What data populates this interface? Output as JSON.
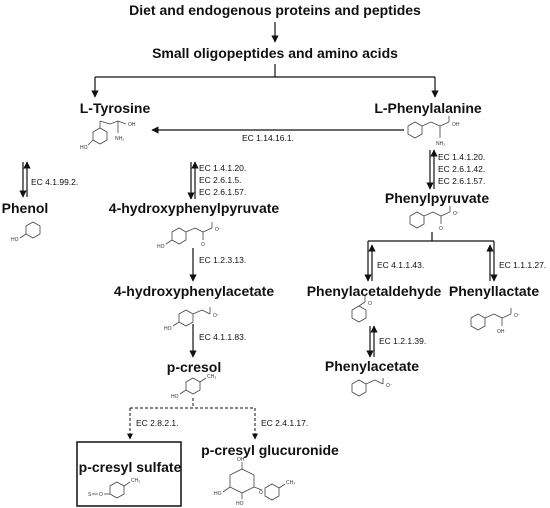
{
  "nodes": {
    "diet": "Diet and endogenous proteins and peptides",
    "small": "Small oligopeptides and amino acids",
    "tyrosine": "L-Tyrosine",
    "phenylalanine": "L-Phenylalanine",
    "phenol": "Phenol",
    "hppyruvate": "4-hydroxyphenylpyruvate",
    "phenylpyruvate": "Phenylpyruvate",
    "hpacetate": "4-hydroxyphenylacetate",
    "pcresol": "p-cresol",
    "phenylacetaldehyde": "Phenylacetaldehyde",
    "phenyllactate": "Phenyllactate",
    "phenylacetate": "Phenylacetate",
    "pcs": "p-cresyl sulfate",
    "pcg": "p-cresyl glucuronide"
  },
  "enzymes": {
    "phe_to_tyr": "EC 1.14.16.1.",
    "tyr_phenol": "EC 4.1.99.2.",
    "tyr_hpp": [
      "EC 1.4.1.20.",
      "EC 2.6.1.5.",
      "EC 2.6.1.57."
    ],
    "phe_pp": [
      "EC 1.4.1.20.",
      "EC 2.6.1.42.",
      "EC 2.6.1.57."
    ],
    "hpp_hpa": "EC 1.2.3.13.",
    "hpa_pc": "EC 4.1.1.83.",
    "pp_pad": "EC 4.1.1.43.",
    "pp_pl": "EC 1.1.1.27.",
    "pad_pa": "EC 1.2.1.39.",
    "pc_pcs": "EC 2.8.2.1.",
    "pc_pcg": "EC 2.4.1.17."
  },
  "structure_labels": {
    "nh2": "NH₂",
    "oh": "OH",
    "ho": "HO",
    "o": "O",
    "o_minus": "O⁻",
    "ch3": "CH₃",
    "s": "S"
  }
}
